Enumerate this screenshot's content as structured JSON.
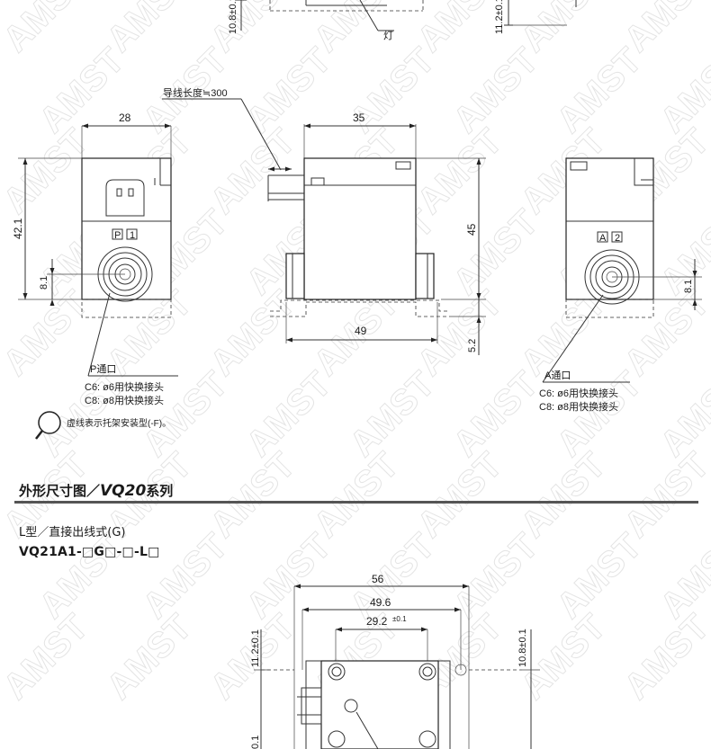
{
  "top_strip": {
    "left_tol": "10.8±0.1",
    "lamp": "灯",
    "right_tol": "11.2±0.1"
  },
  "views": {
    "lead_wire": "导线长度≒300",
    "left": {
      "width": "28",
      "height": "42.1",
      "offset": "8.1",
      "port_tag": [
        "P",
        "1"
      ],
      "port_label": "P通口",
      "note_c6": "C6: ø6用快换接头",
      "note_c8": "C8: ø8用快换接头"
    },
    "middle": {
      "width_top": "35",
      "height": "45",
      "width_bottom": "49",
      "bottom_offset": "5.2"
    },
    "right": {
      "offset": "8.1",
      "port_tag": [
        "A",
        "2"
      ],
      "port_label": "A通口",
      "note_c6": "C6: ø6用快换接头",
      "note_c8": "C8: ø8用快换接头"
    },
    "bracket_note": "虚线表示托架安装型(-F)。"
  },
  "section": {
    "title_prefix": "外形尺寸图／",
    "series_name": "VQ20",
    "title_suffix": "系列",
    "subtitle": "L型／直接出线式(G)",
    "model_code": "VQ21A1-□G□-□-L□"
  },
  "bottom_drawing": {
    "dim_overall": "56",
    "dim_mid": "49.6",
    "dim_inner": "29.2",
    "dim_inner_tol": "±0.1",
    "left_tol": "11.2±0.1",
    "right_tol": "10.8±0.1",
    "bottom_left_val": "0.1"
  },
  "watermark": "AMST"
}
